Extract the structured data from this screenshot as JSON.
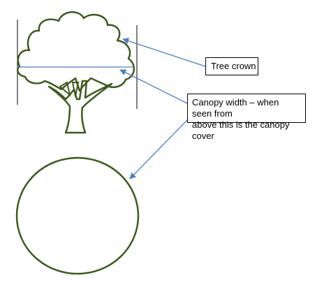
{
  "colors": {
    "outline": "#3f5a1c",
    "arrow": "#4a7ec2",
    "guide": "#000000"
  },
  "labels": {
    "tree_crown": "Tree crown",
    "canopy_width_line1": "Canopy width – when seen from",
    "canopy_width_line2": "above this is the canopy cover"
  }
}
